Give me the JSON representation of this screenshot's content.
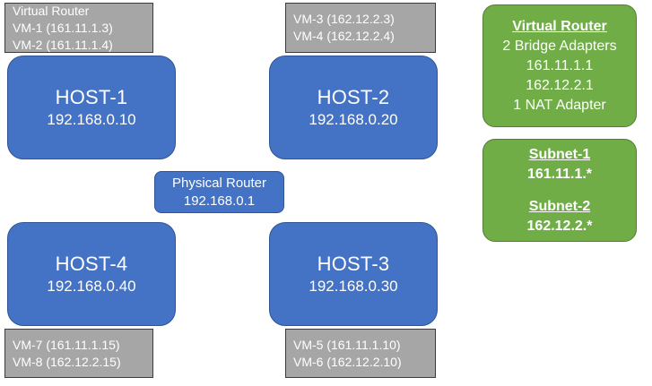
{
  "diagram": {
    "hosts": [
      {
        "name": "HOST-1",
        "ip": "192.168.0.10",
        "vm_label": {
          "position": "above",
          "lines": [
            "Virtual Router",
            "VM-1 (161.11.1.3)",
            "VM-2 (161.11.1.4)"
          ]
        }
      },
      {
        "name": "HOST-2",
        "ip": "192.168.0.20",
        "vm_label": {
          "position": "above",
          "lines": [
            "VM-3 (162.12.2.3)",
            "VM-4 (162.12.2.4)"
          ]
        }
      },
      {
        "name": "HOST-4",
        "ip": "192.168.0.40",
        "vm_label": {
          "position": "below",
          "lines": [
            "VM-7 (161.11.1.15)",
            "VM-8 (162.12.2.15)"
          ]
        }
      },
      {
        "name": "HOST-3",
        "ip": "192.168.0.30",
        "vm_label": {
          "position": "below",
          "lines": [
            "VM-5 (161.11.1.10)",
            "VM-6 (162.12.2.10)"
          ]
        }
      }
    ],
    "router": {
      "name": "Physical Router",
      "ip": "192.168.0.1"
    },
    "legend": {
      "virtual_router": {
        "heading": "Virtual Router",
        "lines": [
          "2 Bridge Adapters",
          "161.11.1.1",
          "162.12.2.1",
          "1 NAT Adapter"
        ]
      },
      "subnets": {
        "subnet1_heading": "Subnet-1",
        "subnet1_value": "161.11.1.*",
        "subnet2_heading": "Subnet-2",
        "subnet2_value": "162.12.2.*"
      }
    },
    "colors": {
      "host_fill": "#4472C4",
      "host_border": "#2F5597",
      "vm_label_fill": "#A6A6A6",
      "vm_label_border": "#3B3B3B",
      "legend_fill": "#70AD47",
      "legend_border": "#507E32",
      "text": "#FFFFFF",
      "background": "#FFFFFF"
    }
  }
}
